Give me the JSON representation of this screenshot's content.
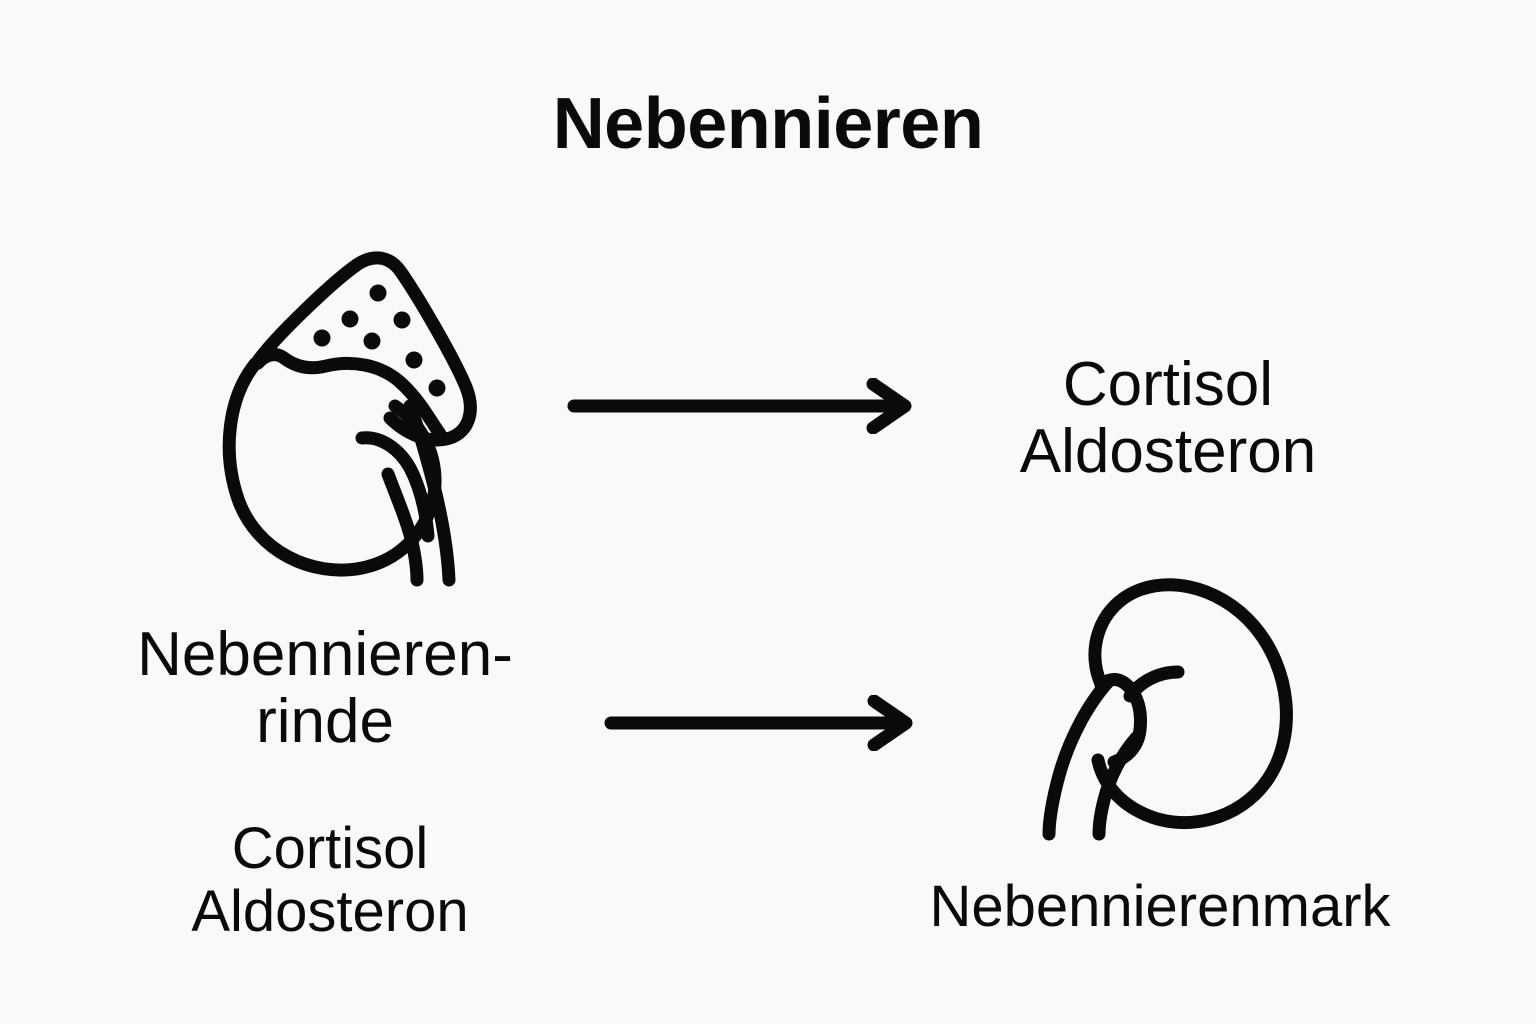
{
  "title": "Nebennieren",
  "colors": {
    "background": "#f9f9f8",
    "ink": "#0a0a0a"
  },
  "diagram": {
    "type": "flow-diagram",
    "subject": "Adrenal glands (Nebennieren) and their secreted hormones",
    "nodes": [
      {
        "id": "adrenal-cortex",
        "icon": "kidney-with-adrenal-gland-icon",
        "label_line1": "Nebennieren-",
        "label_line2": "rinde",
        "hormone_line1": "Cortisol",
        "hormone_line2": "Aldosteron",
        "dot_count": 7
      },
      {
        "id": "adrenal-medulla",
        "icon": "kidney-icon",
        "label": "Nebennierenmark"
      }
    ],
    "outputs": {
      "hormone_line1": "Cortisol",
      "hormone_line2": "Aldosteron"
    },
    "arrows": [
      {
        "id": "arrow-cortex-to-hormones",
        "from": "adrenal-cortex",
        "to": "hormones",
        "direction": "right"
      },
      {
        "id": "arrow-cortex-to-medulla",
        "from": "adrenal-cortex",
        "to": "adrenal-medulla",
        "direction": "right"
      }
    ]
  }
}
